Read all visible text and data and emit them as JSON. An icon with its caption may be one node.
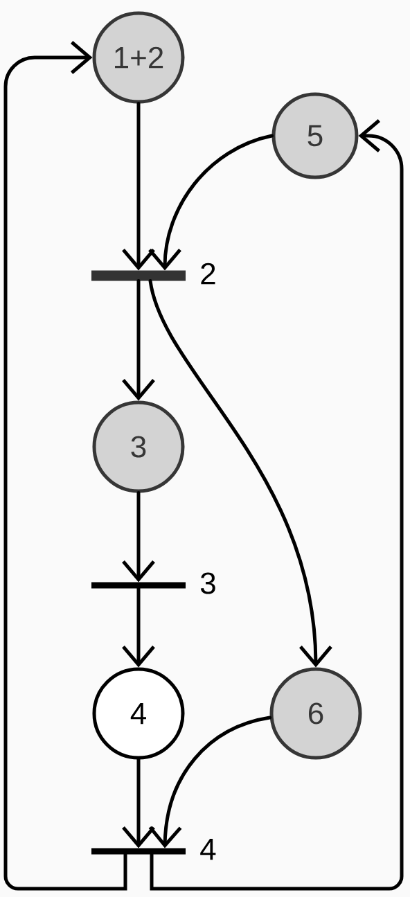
{
  "diagram": {
    "nodes": [
      {
        "text": [
          "1+2"
        ]
      },
      {
        "text": [
          "5"
        ]
      },
      {
        "text": [],
        "shape": "bar",
        "beside": [
          "2"
        ]
      },
      {
        "text": [
          "3"
        ]
      },
      {
        "text": [],
        "shape": "bar",
        "beside": [
          "3"
        ]
      },
      {
        "text": [
          "4"
        ]
      },
      {
        "text": [
          "6"
        ]
      },
      {
        "text": [],
        "shape": "bar",
        "beside": [
          "4"
        ]
      }
    ],
    "edges": [
      {
        "from": 0,
        "to": 2,
        "arrow": "to"
      },
      {
        "from": 1,
        "to": 2,
        "arrow": "to"
      },
      {
        "from": 2,
        "to": 3,
        "arrow": "to"
      },
      {
        "from": 2,
        "to": 6,
        "arrow": "to"
      },
      {
        "from": 3,
        "to": 4,
        "arrow": "to"
      },
      {
        "from": 4,
        "to": 5,
        "arrow": "to"
      },
      {
        "from": 5,
        "to": 7,
        "arrow": "to"
      },
      {
        "from": 6,
        "to": 7,
        "arrow": "to"
      },
      {
        "from": 7,
        "to": 0,
        "arrow": "to"
      },
      {
        "from": 7,
        "to": 1,
        "arrow": "to"
      }
    ]
  }
}
